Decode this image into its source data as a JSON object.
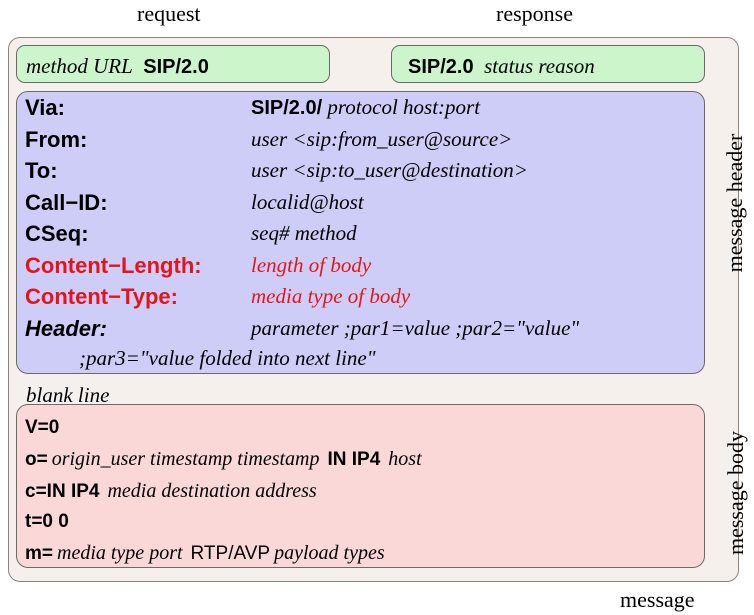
{
  "labels": {
    "request": "request",
    "response": "response",
    "message_header": "message header",
    "message_body": "message body",
    "message": "message",
    "blank_line": "blank line"
  },
  "request_line": {
    "method_url": "method URL",
    "version": "SIP/2.0"
  },
  "status_line": {
    "version": "SIP/2.0",
    "status_reason": "status reason"
  },
  "headers": [
    {
      "name": "Via:",
      "value_bold": "SIP/2.0/",
      "value_italic": "protocol host:port",
      "highlight": false
    },
    {
      "name": "From:",
      "value_italic": "user <sip:from_user@source>",
      "highlight": false
    },
    {
      "name": "To:",
      "value_italic": "user <sip:to_user@destination>",
      "highlight": false
    },
    {
      "name": "Call−ID:",
      "value_italic": "localid@host",
      "highlight": false
    },
    {
      "name": "CSeq:",
      "value_italic": "seq# method",
      "highlight": false
    },
    {
      "name": "Content−Length:",
      "value_italic": "length of body",
      "highlight": true
    },
    {
      "name": "Content−Type:",
      "value_italic": "media type of body",
      "highlight": true
    },
    {
      "name": "Header:",
      "value_italic": "parameter ;par1=value ;par2=\"value\"",
      "continuation": ";par3=\"value folded into next line\"",
      "highlight": false
    }
  ],
  "body_lines": {
    "v": {
      "key": "V=0"
    },
    "o": {
      "key": "o=",
      "text1": "origin_user timestamp timestamp",
      "bold": "IN IP4",
      "text2": "host"
    },
    "c": {
      "key": "c=IN IP4",
      "text1": "media destination address"
    },
    "t": {
      "key": "t=0 0"
    },
    "m": {
      "key": "m=",
      "text1": "media type  port",
      "plain": "RTP/AVP",
      "text2": "payload types"
    }
  },
  "colors": {
    "request_bg": "#ccf5cc",
    "header_bg": "#cdcdf7",
    "body_bg": "#fad8d8",
    "outer_bg": "#f6f0ec",
    "highlight": "#e4141c"
  }
}
